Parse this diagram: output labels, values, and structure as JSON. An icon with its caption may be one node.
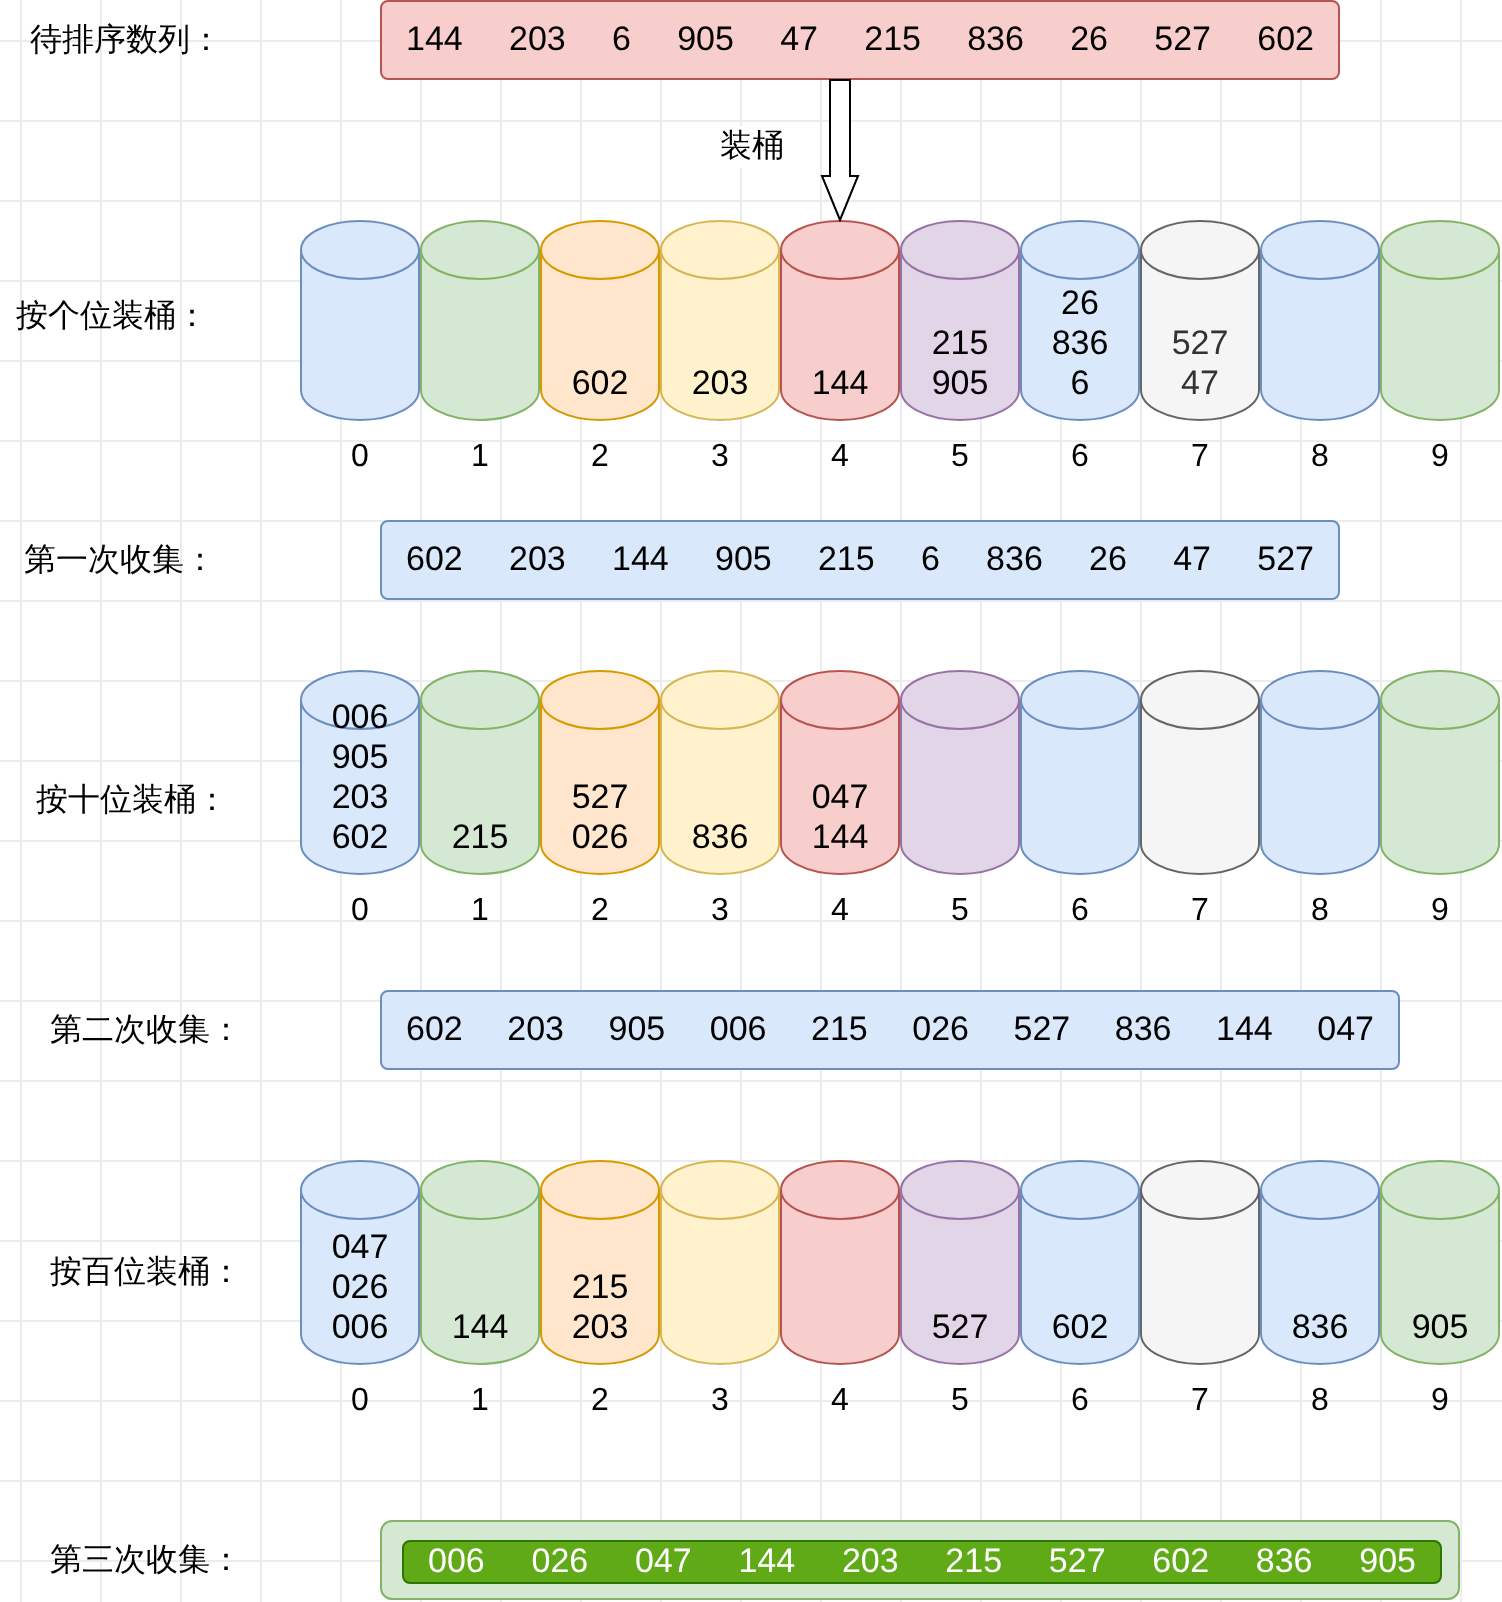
{
  "diagram": {
    "nodes": [
      {
        "text": [
          "144 203 6 905 47 215 836 26 527 602"
        ]
      },
      {
        "text": [],
        "shape": "cylinder",
        "beside": [
          "0"
        ]
      },
      {
        "text": [],
        "shape": "cylinder",
        "beside": [
          "1"
        ]
      },
      {
        "text": [
          "602"
        ],
        "beside": [
          "2"
        ]
      },
      {
        "text": [
          "203"
        ],
        "beside": [
          "3"
        ]
      },
      {
        "text": [
          "144"
        ],
        "beside": [
          "4"
        ]
      },
      {
        "text": [
          "215 905"
        ],
        "beside": [
          "5"
        ]
      },
      {
        "text": [
          "26 836 6"
        ],
        "beside": [
          "6"
        ]
      },
      {
        "text": [
          "527 47"
        ],
        "beside": [
          "7"
        ]
      },
      {
        "text": [],
        "shape": "cylinder",
        "beside": [
          "8"
        ]
      },
      {
        "text": [],
        "shape": "cylinder",
        "beside": [
          "9"
        ]
      },
      {
        "text": [
          "602 203 144 905 215 6 836 26 47 527"
        ]
      },
      {
        "text": [
          "006 905 203 602"
        ],
        "beside": [
          "0"
        ]
      },
      {
        "text": [
          "215"
        ],
        "beside": [
          "1"
        ]
      },
      {
        "text": [
          "527 026"
        ],
        "beside": [
          "2"
        ]
      },
      {
        "text": [
          "836"
        ],
        "beside": [
          "3"
        ]
      },
      {
        "text": [
          "047 144"
        ],
        "beside": [
          "4"
        ]
      },
      {
        "text": [],
        "shape": "cylinder",
        "beside": [
          "5"
        ]
      },
      {
        "text": [],
        "shape": "cylinder",
        "beside": [
          "6"
        ]
      },
      {
        "text": [],
        "shape": "cylinder",
        "beside": [
          "7"
        ]
      },
      {
        "text": [],
        "shape": "cylinder",
        "beside": [
          "8"
        ]
      },
      {
        "text": [],
        "shape": "cylinder",
        "beside": [
          "9"
        ]
      },
      {
        "text": [
          "602 203 905 006 215 026 527 836 144 047"
        ]
      },
      {
        "text": [
          "047 026 006"
        ],
        "beside": [
          "0"
        ]
      },
      {
        "text": [
          "144"
        ],
        "beside": [
          "1"
        ]
      },
      {
        "text": [
          "215 203"
        ],
        "beside": [
          "2"
        ]
      },
      {
        "text": [],
        "shape": "cylinder",
        "beside": [
          "3"
        ]
      },
      {
        "text": [],
        "shape": "cylinder",
        "beside": [
          "4"
        ]
      },
      {
        "text": [
          "527"
        ],
        "beside": [
          "5"
        ]
      },
      {
        "text": [
          "602"
        ],
        "beside": [
          "6"
        ]
      },
      {
        "text": [],
        "shape": "cylinder",
        "beside": [
          "7"
        ]
      },
      {
        "text": [
          "836"
        ],
        "beside": [
          "8"
        ]
      },
      {
        "text": [
          "905"
        ],
        "beside": [
          "9"
        ]
      },
      {
        "text": [],
        "shape": "box"
      },
      {
        "text": [
          "006 026 047 144 203 215 527 602 836 905"
        ],
        "in": 33
      }
    ],
    "edges": [
      {
        "from": 0,
        "to": 5,
        "arrow": "to",
        "label": "装桶"
      }
    ],
    "labels": [
      "待排序数列：",
      "按个位装桶：",
      "第一次收集：",
      "按十位装桶：",
      "第二次收集：",
      "按百位装桶：",
      "第三次收集："
    ]
  }
}
